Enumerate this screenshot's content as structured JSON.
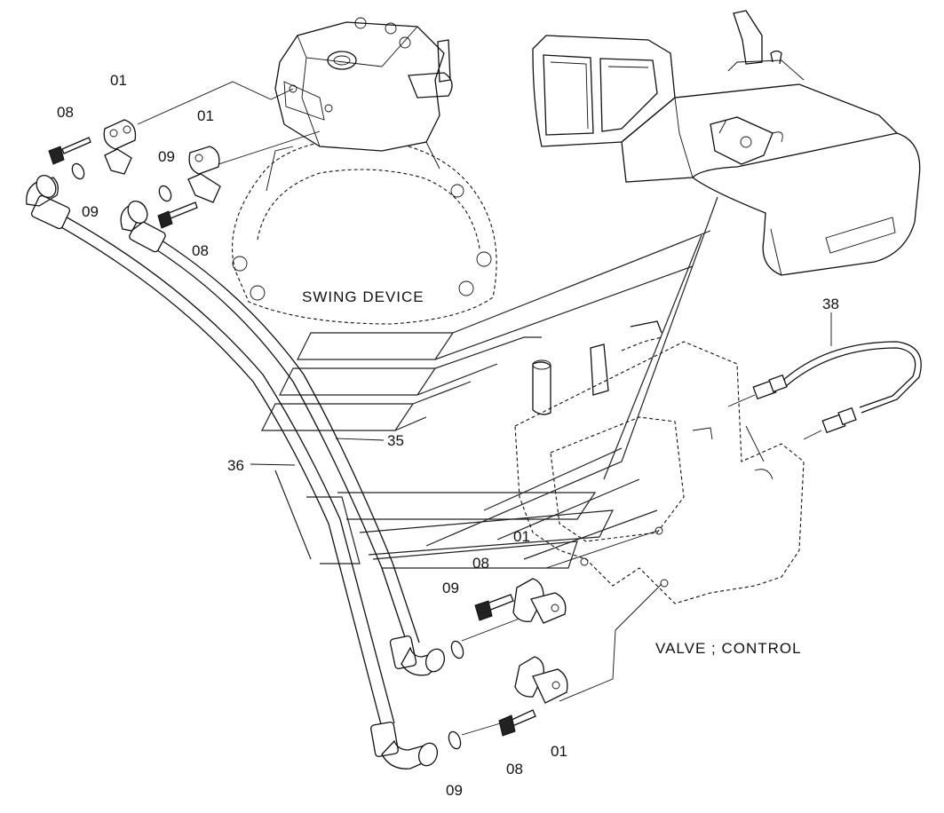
{
  "labels": {
    "swing_device": "SWING DEVICE",
    "valve_control": "VALVE ; CONTROL"
  },
  "callouts": {
    "c01_a": "01",
    "c01_b": "01",
    "c01_c": "01",
    "c01_d": "01",
    "c08_a": "08",
    "c08_b": "08",
    "c08_c": "08",
    "c08_d": "08",
    "c09_a": "09",
    "c09_b": "09",
    "c09_c": "09",
    "c09_d": "09",
    "c35": "35",
    "c36": "36",
    "c38": "38"
  }
}
